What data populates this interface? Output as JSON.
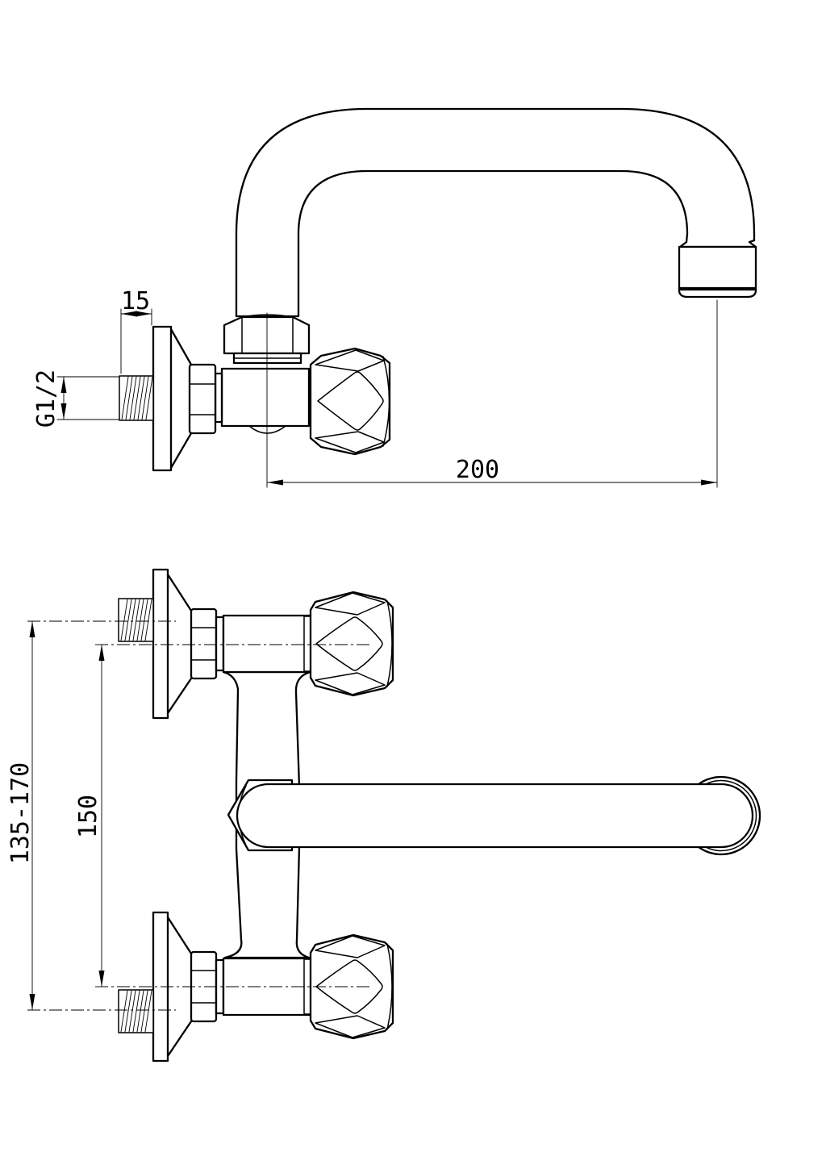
{
  "drawing": {
    "kind": "technical-dimension-drawing",
    "subject": "wall-mounted faucet with U-shaped swivel spout, side view and front view",
    "background_color": "#ffffff",
    "line_color": "#000000"
  },
  "dims": {
    "wall_offset": "15",
    "inlet_thread": "G1/2",
    "spout_reach": "200",
    "mount_range": "135-170",
    "axis_distance": "150"
  }
}
